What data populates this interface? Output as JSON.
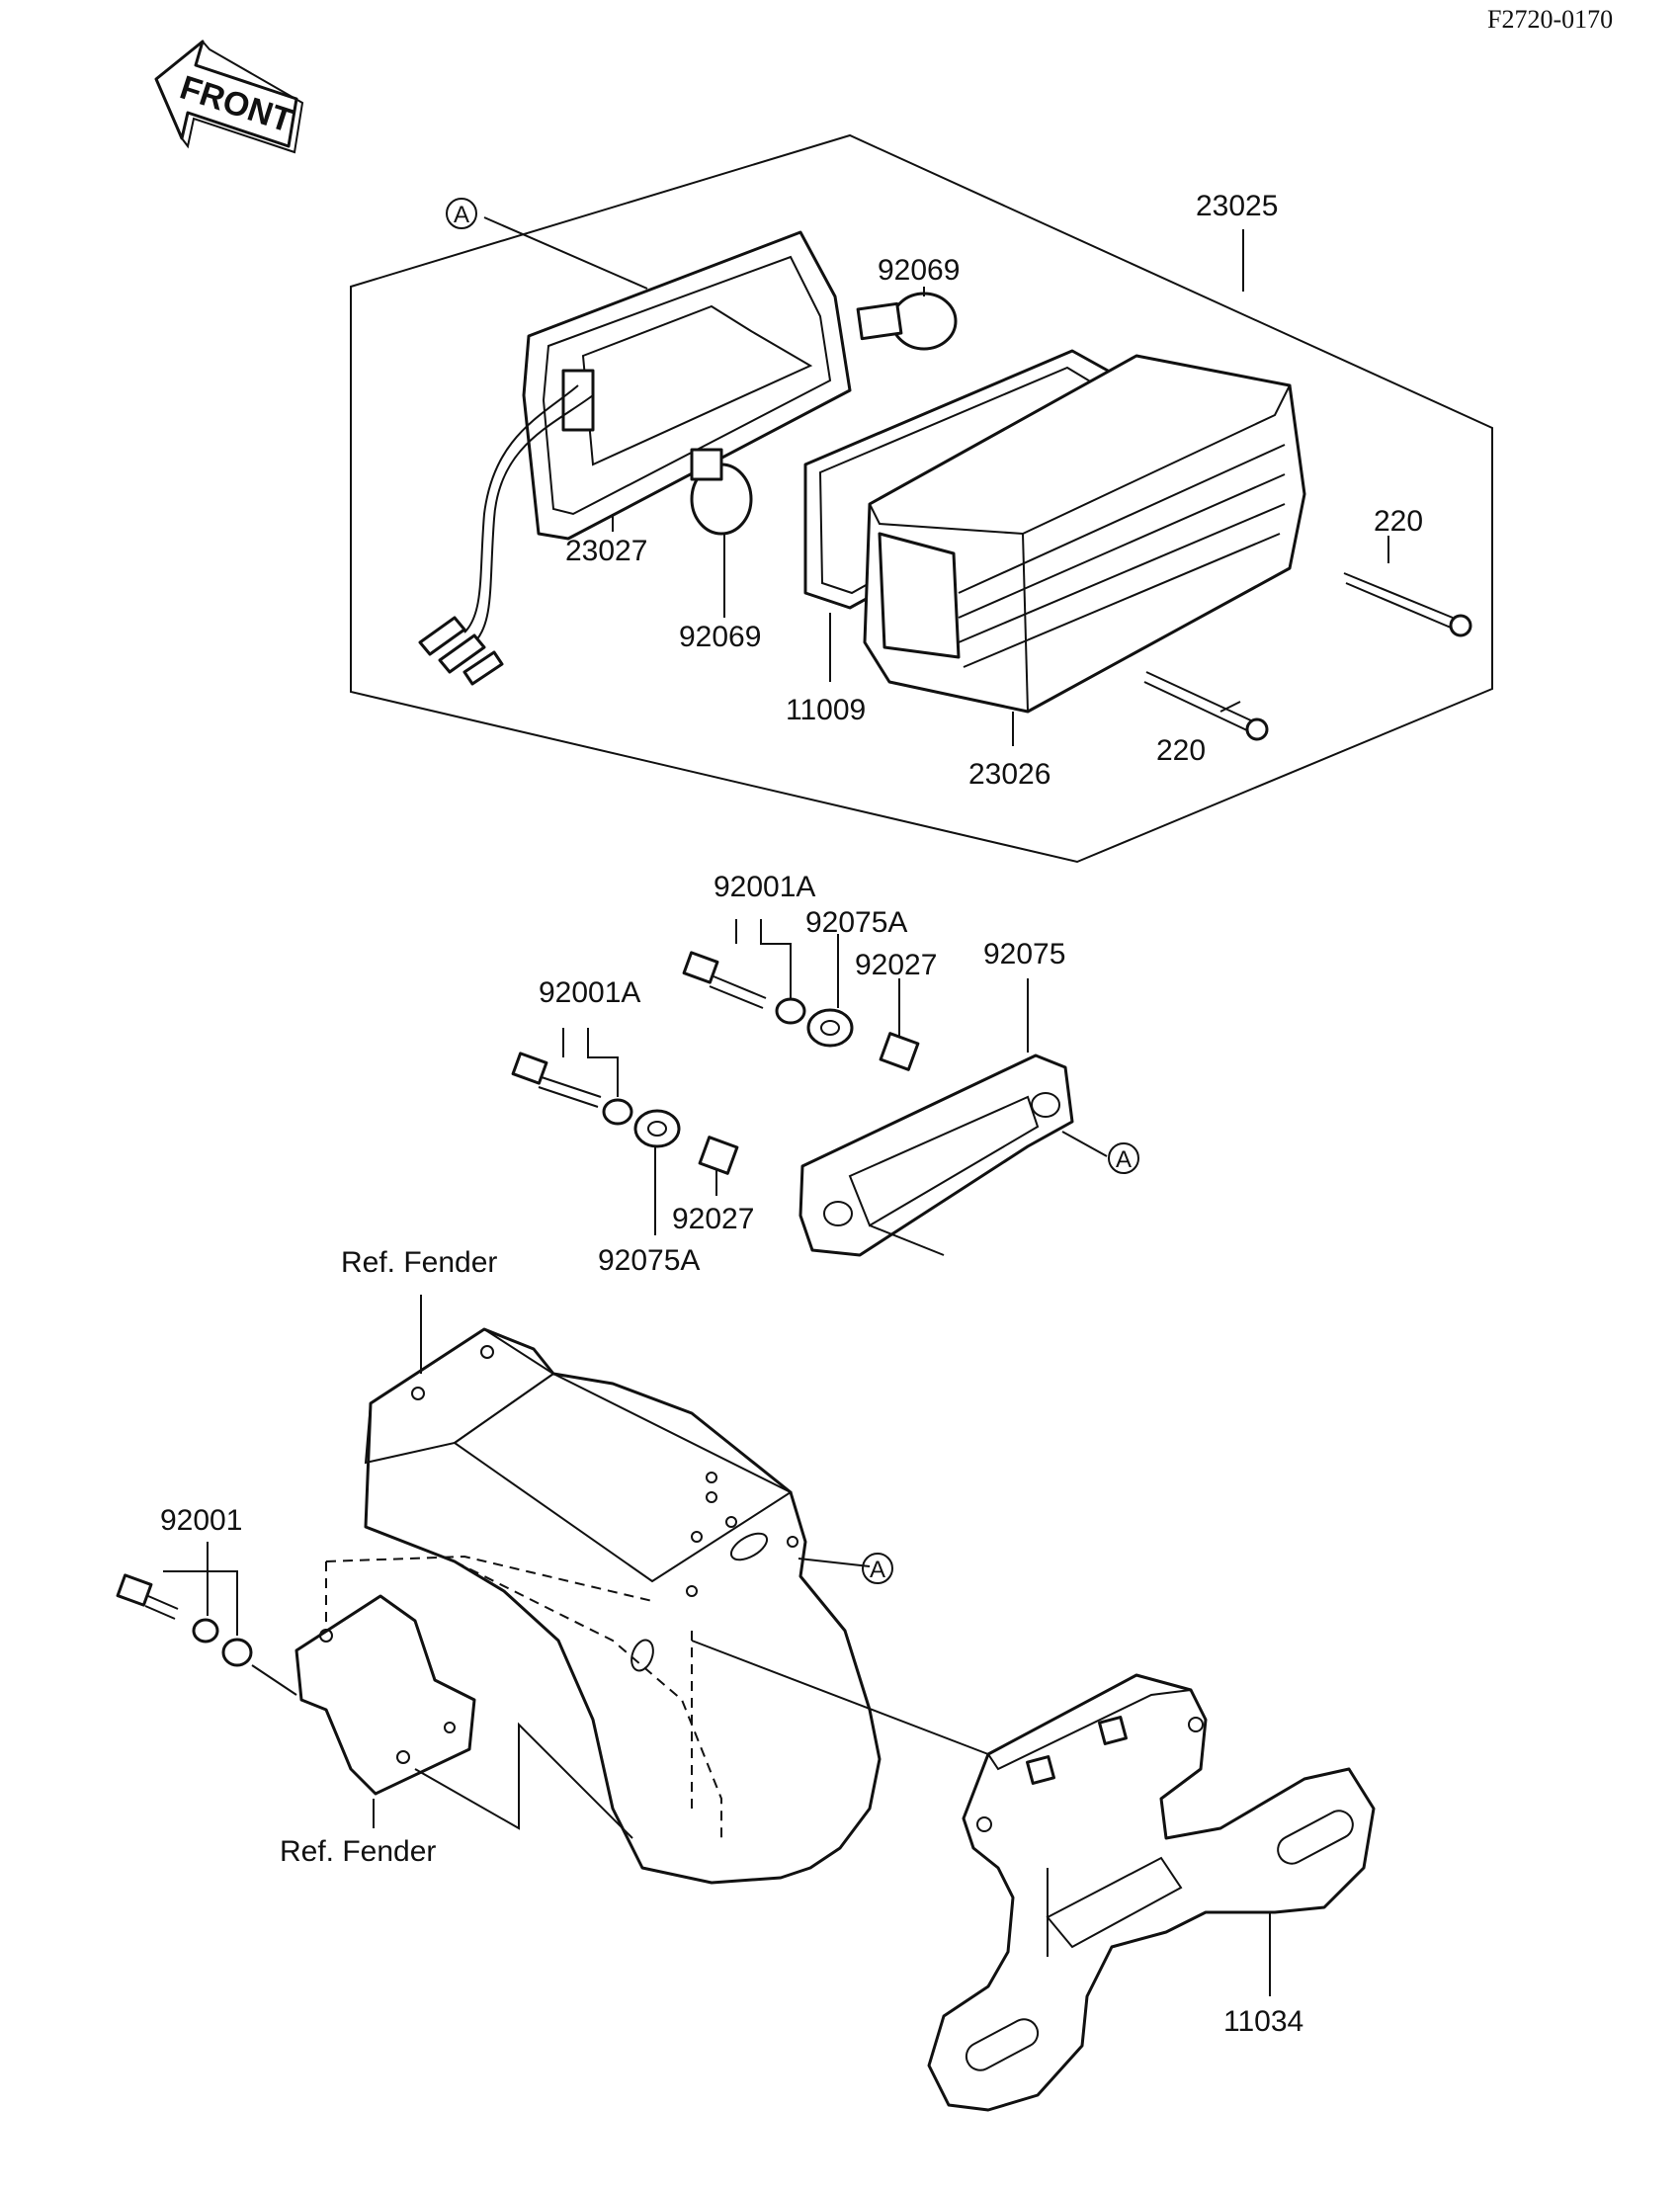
{
  "figure_code": "F2720-0170",
  "front_arrow": {
    "label": "FRONT"
  },
  "callout_marker": "A",
  "labels": {
    "p23025": "23025",
    "p92069_top": "92069",
    "p23027": "23027",
    "p92069_bottom": "92069",
    "p11009": "11009",
    "p23026": "23026",
    "p220_right": "220",
    "p220_bottom": "220",
    "p92001A_top": "92001A",
    "p92075A_top": "92075A",
    "p92027_top": "92027",
    "p92075": "92075",
    "p92001A_left": "92001A",
    "p92027_bottom": "92027",
    "p92075A_bottom": "92075A",
    "ref_fender_top": "Ref. Fender",
    "p92001": "92001",
    "ref_fender_bottom": "Ref.  Fender",
    "p11034": "11034"
  }
}
